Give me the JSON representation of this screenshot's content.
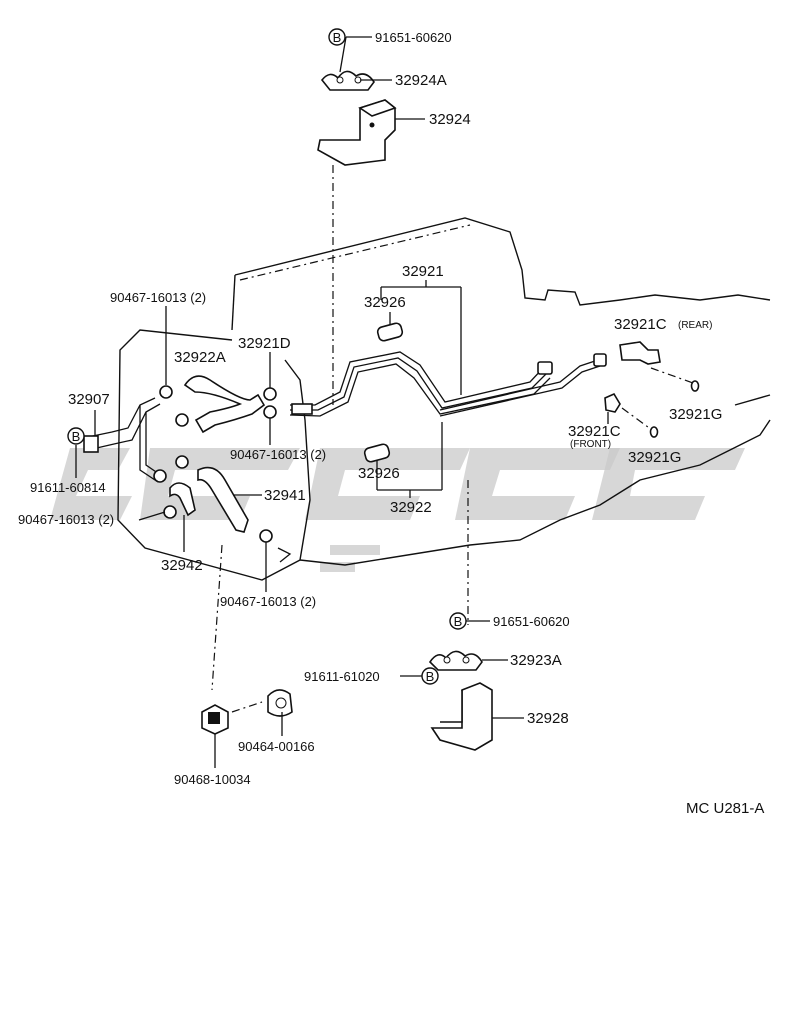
{
  "diagram_code": "MC U281-A",
  "bolt_symbol": "B",
  "labels": {
    "p91651_top": "91651-60620",
    "p32924A": "32924A",
    "p32924": "32924",
    "p32921": "32921",
    "p32926_top": "32926",
    "p90467_a": "90467-16013 (2)",
    "p32921D": "32921D",
    "p32922A": "32922A",
    "p32921C_rear": "32921C",
    "p32921C_rear_note": "(REAR)",
    "p32907": "32907",
    "p32921G_a": "32921G",
    "p90467_b": "90467-16013 (2)",
    "p32921C_front": "32921C",
    "p32921C_front_note": "(FRONT)",
    "p32921G_b": "32921G",
    "p91611_60814": "91611-60814",
    "p32926_bottom": "32926",
    "p32941": "32941",
    "p90467_c": "90467-16013 (2)",
    "p32922": "32922",
    "p32942": "32942",
    "p90467_d": "90467-16013 (2)",
    "p91651_bottom": "91651-60620",
    "p32923A": "32923A",
    "p91611_61020": "91611-61020",
    "p32928": "32928",
    "p90464": "90464-00166",
    "p90468": "90468-10034"
  }
}
